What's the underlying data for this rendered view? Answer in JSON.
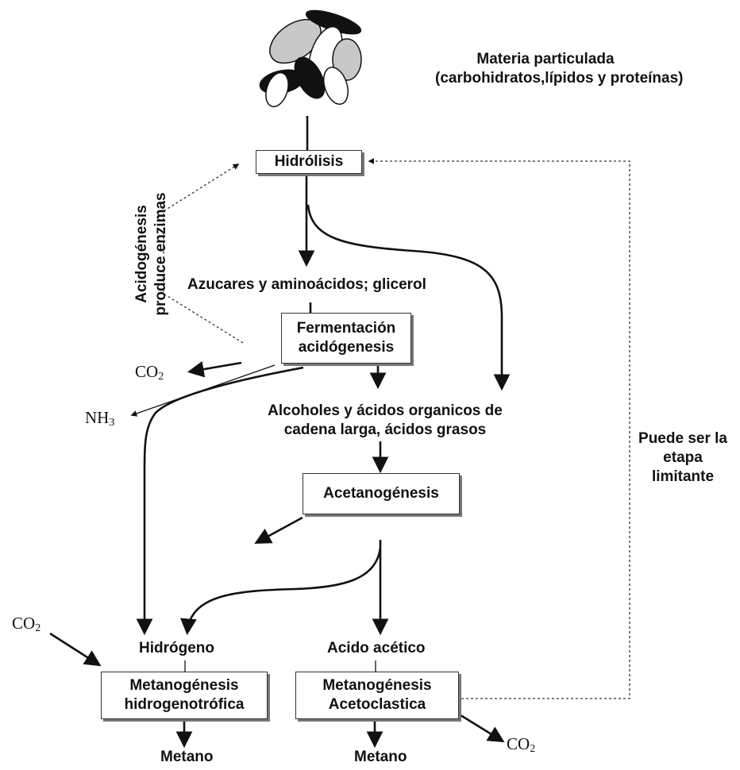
{
  "particulate": {
    "line1": "Materia particulada",
    "line2": "(carbohidratos,lípidos y proteínas)"
  },
  "nodes": {
    "hidrolisis": "Hidrólisis",
    "azucares": "Azucares y aminoácidos; glicerol",
    "fermentacion_1": "Fermentación",
    "fermentacion_2": "acidógenesis",
    "alcoholes_1": "Alcoholes y ácidos organicos de",
    "alcoholes_2": "cadena larga, ácidos grasos",
    "acetanogenesis": "Acetanogénesis",
    "hidrogeno": "Hidrógeno",
    "acido_acetico": "Acido acético",
    "metano_hidro_1": "Metanogénesis",
    "metano_hidro_2": "hidrogenotrófica",
    "metano_aceto_1": "Metanogénesis",
    "metano_aceto_2": "Acetoclastica",
    "metano_left": "Metano",
    "metano_right": "Metano"
  },
  "side_labels": {
    "acidogenesis_1": "Acidogénesis",
    "acidogenesis_2": "produce enzimas",
    "limitante_1": "Puede ser la",
    "limitante_2": "etapa",
    "limitante_3": "limitante"
  },
  "chemicals": {
    "co2": "CO",
    "co2_sub": "2",
    "nh3": "NH",
    "nh3_sub": "3"
  }
}
